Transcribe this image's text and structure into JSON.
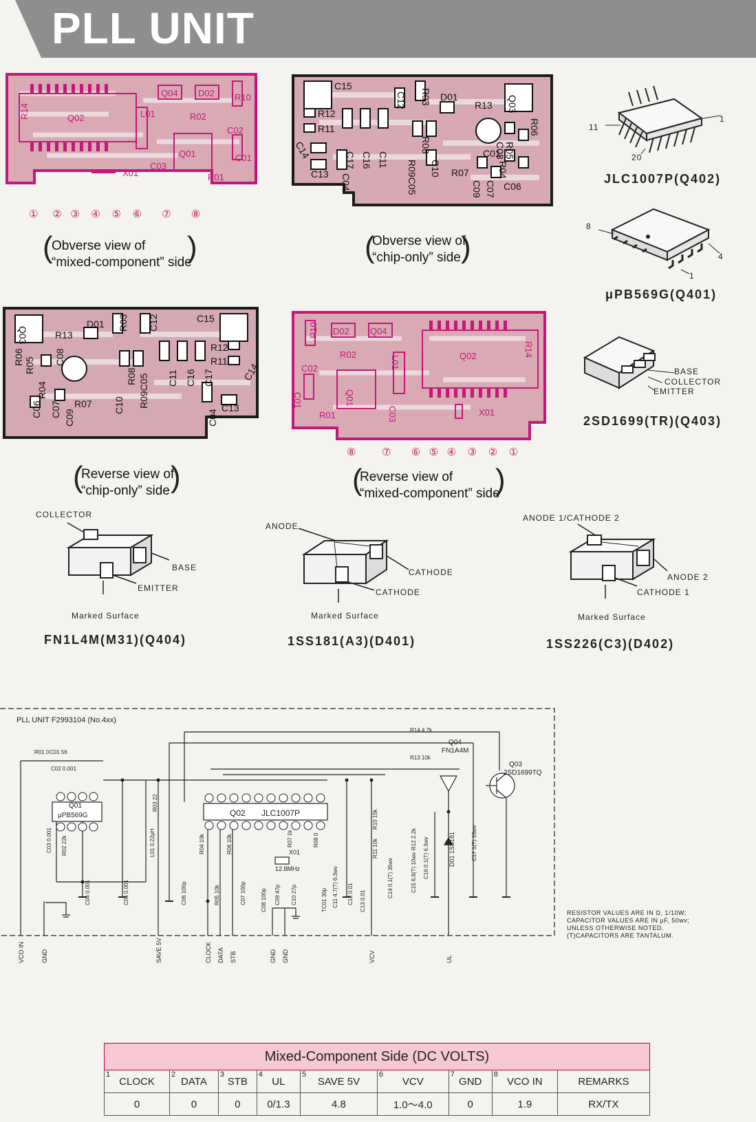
{
  "header": {
    "title": "PLL UNIT"
  },
  "boards": [
    {
      "caption_line1": "Obverse view of",
      "caption_line2": "“mixed-component” side",
      "refs": [
        "R14",
        "Q02",
        "Q04",
        "D02",
        "R10",
        "R02",
        "C02",
        "L01",
        "Q01",
        "C01",
        "R01",
        "C03",
        "X01"
      ],
      "pins": [
        "①",
        "②",
        "③",
        "④",
        "⑤",
        "⑥",
        "⑦",
        "⑧"
      ]
    },
    {
      "caption_line1": "Obverse view of",
      "caption_line2": "“chip-only” side",
      "refs": [
        "C15",
        "C12",
        "R03",
        "D01",
        "R13",
        "Q03",
        "R12",
        "R11",
        "C14",
        "C17",
        "C16",
        "C11",
        "R09",
        "C05",
        "R08",
        "C10",
        "C08",
        "C01",
        "R05",
        "R06",
        "R04",
        "C13",
        "C04",
        "R07",
        "C09",
        "C07",
        "C06"
      ]
    },
    {
      "caption_line1": "Reverse view of",
      "caption_line2": "“chip-only” side",
      "refs": [
        "Q03",
        "D01",
        "R13",
        "R03",
        "C12",
        "C15",
        "R06",
        "R05",
        "C08",
        "R04",
        "C06",
        "C07",
        "C09",
        "R07",
        "C10",
        "R08",
        "R09",
        "C05",
        "C11",
        "C16",
        "C17",
        "R12",
        "R11",
        "C14",
        "C13",
        "C04"
      ]
    },
    {
      "caption_line1": "Reverse view of",
      "caption_line2": "“mixed-component” side",
      "refs": [
        "R10",
        "D02",
        "Q04",
        "R14",
        "R02",
        "Q02",
        "L01",
        "C02",
        "Q01",
        "C01",
        "R01",
        "C03",
        "X01"
      ],
      "pins": [
        "⑧",
        "⑦",
        "⑥",
        "⑤",
        "④",
        "③",
        "②",
        "①"
      ]
    }
  ],
  "parts": {
    "q402": {
      "name": "JLC1007P(Q402)",
      "pin_a": "11",
      "pin_b": "1",
      "pin_c": "20"
    },
    "q401": {
      "name": "μPB569G(Q401)",
      "pin_a": "8",
      "pin_b": "4",
      "pin_c": "1"
    },
    "q403": {
      "name": "2SD1699(TR)(Q403)",
      "l1": "BASE",
      "l2": "COLLECTOR",
      "l3": "EMITTER"
    },
    "q404": {
      "name": "FN1L4M(M31)(Q404)",
      "l1": "COLLECTOR",
      "l2": "BASE",
      "l3": "EMITTER",
      "marked": "Marked Surface"
    },
    "d401": {
      "name": "1SS181(A3)(D401)",
      "l1": "ANODE",
      "l2": "CATHODE",
      "l3": "CATHODE",
      "marked": "Marked Surface"
    },
    "d402": {
      "name": "1SS226(C3)(D402)",
      "l1": "ANODE 1/CATHODE 2",
      "l2": "ANODE 2",
      "l3": "CATHODE 1",
      "marked": "Marked Surface"
    }
  },
  "schematic": {
    "title": "PLL  UNIT  F2993104  (No.4xx)",
    "q01": "Q01",
    "q01_part": "μPB569G",
    "q02": "Q02",
    "q02_part": "JLC1007P",
    "q03": "Q03",
    "q03_part": "2SD1699TQ",
    "q04": "Q04",
    "q04_part": "FN1A4M",
    "d01": "D01 1SS181",
    "x01": "X01",
    "x01_val": "12.8MHz",
    "components": [
      "R01 0",
      "C01 56",
      "C02 0.001",
      "R03 22",
      "L01 0.22μH",
      "R02 22k",
      "C03 0.001",
      "C04 0.001",
      "C05 0.001",
      "C06 100p",
      "R04 10k",
      "R05 10k",
      "R06 10k",
      "C07 100p",
      "C08 100p",
      "C09 47p",
      "C10 27p",
      "R07 1k",
      "R08 0",
      "TC01 30p",
      "C11 4.7(T) 6.3wv",
      "C12 0.01",
      "C13 0.01",
      "R10 15k",
      "R11 10k",
      "C14 0.1(T) 35wv",
      "C15 6.8(T) 10wv",
      "R12 2.2k",
      "C16 0.1(T) 6.3wv",
      "C17 1(T) 16wv",
      "R13 10k",
      "R14 4.7k"
    ],
    "terminals": [
      "VCO IN",
      "GND",
      "SAVE 5V",
      "CLOCK",
      "DATA",
      "STB",
      "GND",
      "GND",
      "VCV",
      "UL"
    ],
    "notes": [
      "RESISTOR VALUES ARE IN Ω, 1/10W;",
      "CAPACITOR VALUES ARE IN μF, 50wv;",
      "UNLESS OTHERWISE NOTED.",
      "(T)CAPACITORS ARE TANTALUM."
    ]
  },
  "table": {
    "title": "Mixed-Component Side  (DC VOLTS)",
    "headers": [
      {
        "idx": "1",
        "label": "CLOCK"
      },
      {
        "idx": "2",
        "label": "DATA"
      },
      {
        "idx": "3",
        "label": "STB"
      },
      {
        "idx": "4",
        "label": "UL"
      },
      {
        "idx": "5",
        "label": "SAVE 5V"
      },
      {
        "idx": "6",
        "label": "VCV"
      },
      {
        "idx": "7",
        "label": "GND"
      },
      {
        "idx": "8",
        "label": "VCO IN"
      },
      {
        "idx": "",
        "label": "REMARKS"
      }
    ],
    "values": [
      "0",
      "0",
      "0",
      "0/1.3",
      "4.8",
      "1.0～4.0",
      "0",
      "1.9",
      "RX/TX"
    ]
  }
}
